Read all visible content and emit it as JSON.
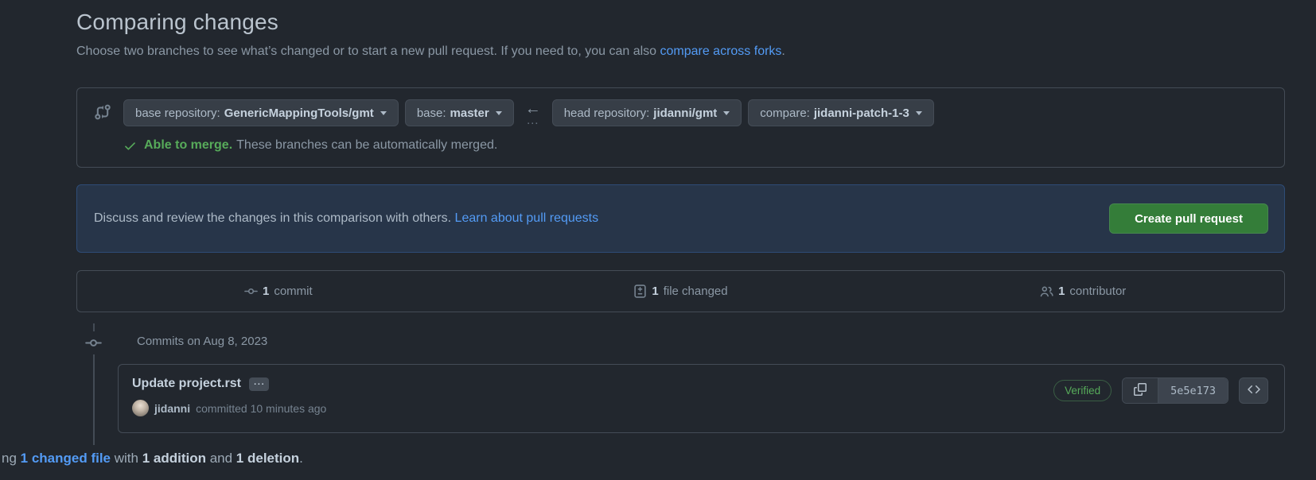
{
  "page": {
    "title": "Comparing changes",
    "subtitle": "Choose two branches to see what’s changed or to start a new pull request. If you need to, you can also ",
    "subtitle_link": "compare across forks",
    "subtitle_end": "."
  },
  "branch_bar": {
    "buttons": [
      {
        "label": "base repository:",
        "value": "GenericMappingTools/gmt"
      },
      {
        "label": "base:",
        "value": "master"
      },
      {
        "label": "head repository:",
        "value": "jidanni/gmt"
      },
      {
        "label": "compare:",
        "value": "jidanni-patch-1-3"
      }
    ],
    "arrow": "←",
    "dots": "…",
    "merge_status_bold": "Able to merge.",
    "merge_status_rest": "These branches can be automatically merged."
  },
  "banner": {
    "text": "Discuss and review the changes in this comparison with others. ",
    "link": "Learn about pull requests",
    "button": "Create pull request"
  },
  "summary": {
    "items": [
      {
        "icon": "git-commit-icon",
        "count": "1",
        "label": "commit"
      },
      {
        "icon": "file-diff-icon",
        "count": "1",
        "label": "file changed"
      },
      {
        "icon": "people-icon",
        "count": "1",
        "label": "contributor"
      }
    ]
  },
  "commits": {
    "date_header": "Commits on Aug 8, 2023",
    "commit": {
      "title": "Update project.rst",
      "ellipsis": "…",
      "author": "jidanni",
      "meta": "committed 10 minutes ago",
      "verified": "Verified",
      "sha": "5e5e173"
    }
  },
  "footer": {
    "prefix": "ng ",
    "link": "1 changed file",
    "mid1": " with ",
    "bold1": "1 addition",
    "mid2": " and ",
    "bold2": "1 deletion",
    "end": "."
  },
  "colors": {
    "background": "#22272e",
    "border": "#444c56",
    "accent_blue": "#539bf5",
    "success_green": "#57ab5a",
    "primary_button_green": "#347d39",
    "banner_background": "#273549"
  }
}
